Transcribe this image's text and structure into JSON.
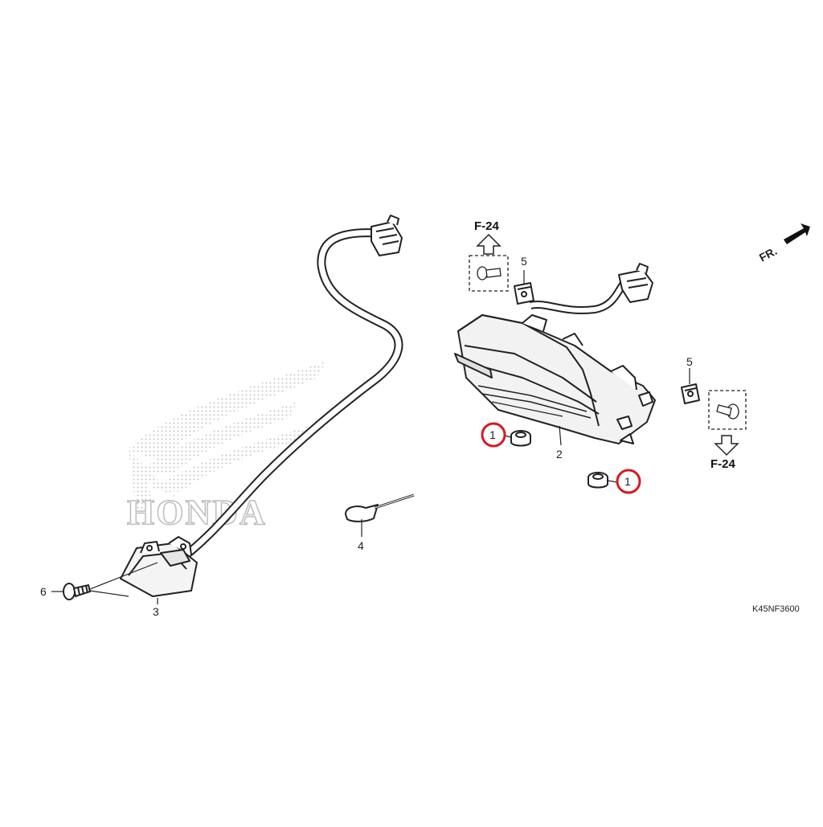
{
  "diagram": {
    "diagram_code": "K45NF3600",
    "direction_label": "FR.",
    "watermark": {
      "text": "HONDA"
    },
    "refs": [
      {
        "id": "ref-top",
        "label": "F-24"
      },
      {
        "id": "ref-bottom",
        "label": "F-24"
      }
    ],
    "callouts": [
      {
        "id": "callout-1a",
        "label": "1",
        "highlighted": true
      },
      {
        "id": "callout-1b",
        "label": "1",
        "highlighted": true
      },
      {
        "id": "callout-2",
        "label": "2"
      },
      {
        "id": "callout-3",
        "label": "3"
      },
      {
        "id": "callout-4",
        "label": "4"
      },
      {
        "id": "callout-5a",
        "label": "5"
      },
      {
        "id": "callout-5b",
        "label": "5"
      },
      {
        "id": "callout-6",
        "label": "6"
      }
    ],
    "colors": {
      "line": "#222222",
      "highlight": "#d71920",
      "watermark": "#bdbdbd"
    }
  }
}
